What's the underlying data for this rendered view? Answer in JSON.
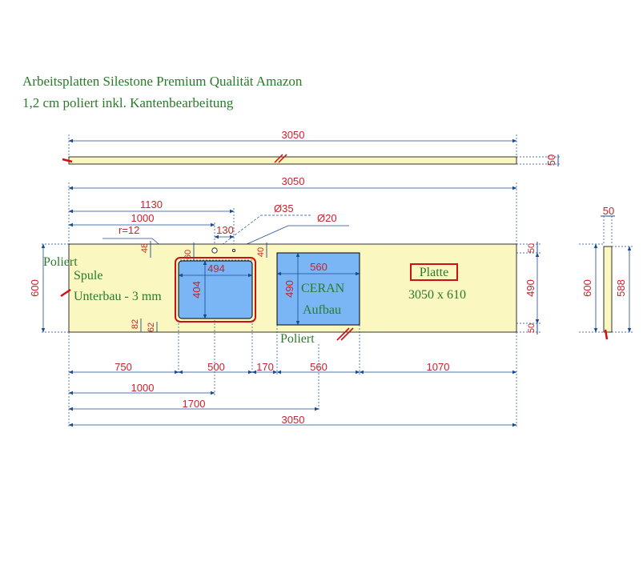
{
  "header": {
    "line1": "Arbeitsplatten Silestone Premium Qualität Amazon",
    "line2": "1,2 cm poliert inkl. Kantenbearbeitung"
  },
  "colors": {
    "slab": "#fbf7c0",
    "cutout": "#7ab6f5",
    "dimension": "#c8232c",
    "line": "#1a4a90",
    "label": "#2a7a2a"
  },
  "edge_strip": {
    "length": "3050",
    "height": "50"
  },
  "slab": {
    "total_length": "3050",
    "depth": "600",
    "top_margin": "50",
    "inner_depth": "490",
    "bottom_margin": "50"
  },
  "sink": {
    "label_1": "Spule",
    "label_2": "Unterbau - 3 mm",
    "edge_label": "Poliert",
    "radius": "r=12",
    "offset_130": "130",
    "offset_1000": "1000",
    "offset_1130": "1130",
    "hole_large": "Ø35",
    "hole_small": "Ø20",
    "top_48": "48",
    "top_60": "60",
    "top_40": "40",
    "width": "494",
    "height": "404",
    "bottom_82": "82",
    "bottom_62": "62"
  },
  "cooktop": {
    "label_1": "CERAN",
    "label_2": "Aufbau",
    "edge_label": "Poliert",
    "width": "560",
    "height": "490"
  },
  "plate": {
    "title": "Platte",
    "size": "3050 x 610"
  },
  "bottom_dims": {
    "d750": "750",
    "d500": "500",
    "d170": "170",
    "d560": "560",
    "d1070": "1070",
    "d1000": "1000",
    "d1700": "1700",
    "d3050": "3050"
  },
  "side_view": {
    "width": "50",
    "depth": "600",
    "inner": "588"
  }
}
